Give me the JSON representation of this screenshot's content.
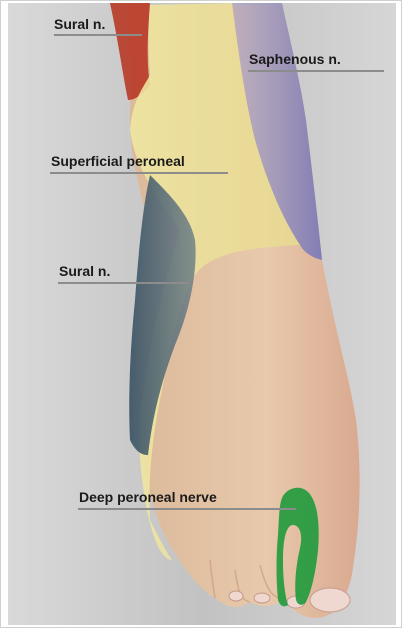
{
  "figure": {
    "labels": {
      "sural_top": "Sural n.",
      "saphenous": "Saphenous n.",
      "superficial_peroneal": "Superficial peroneal",
      "sural_lateral": "Sural n.",
      "deep_peroneal": "Deep peroneal nerve"
    },
    "colors": {
      "background": "#c9c9c9",
      "skin": "#e6c7a8",
      "sural": "#b83a26",
      "saphenous": "#8a86b8",
      "superficial_peroneal": "#ece69a",
      "sural_lateral": "#4d6677",
      "deep_peroneal": "#1f9a3c",
      "leader_line": "#8c8c8c"
    }
  }
}
